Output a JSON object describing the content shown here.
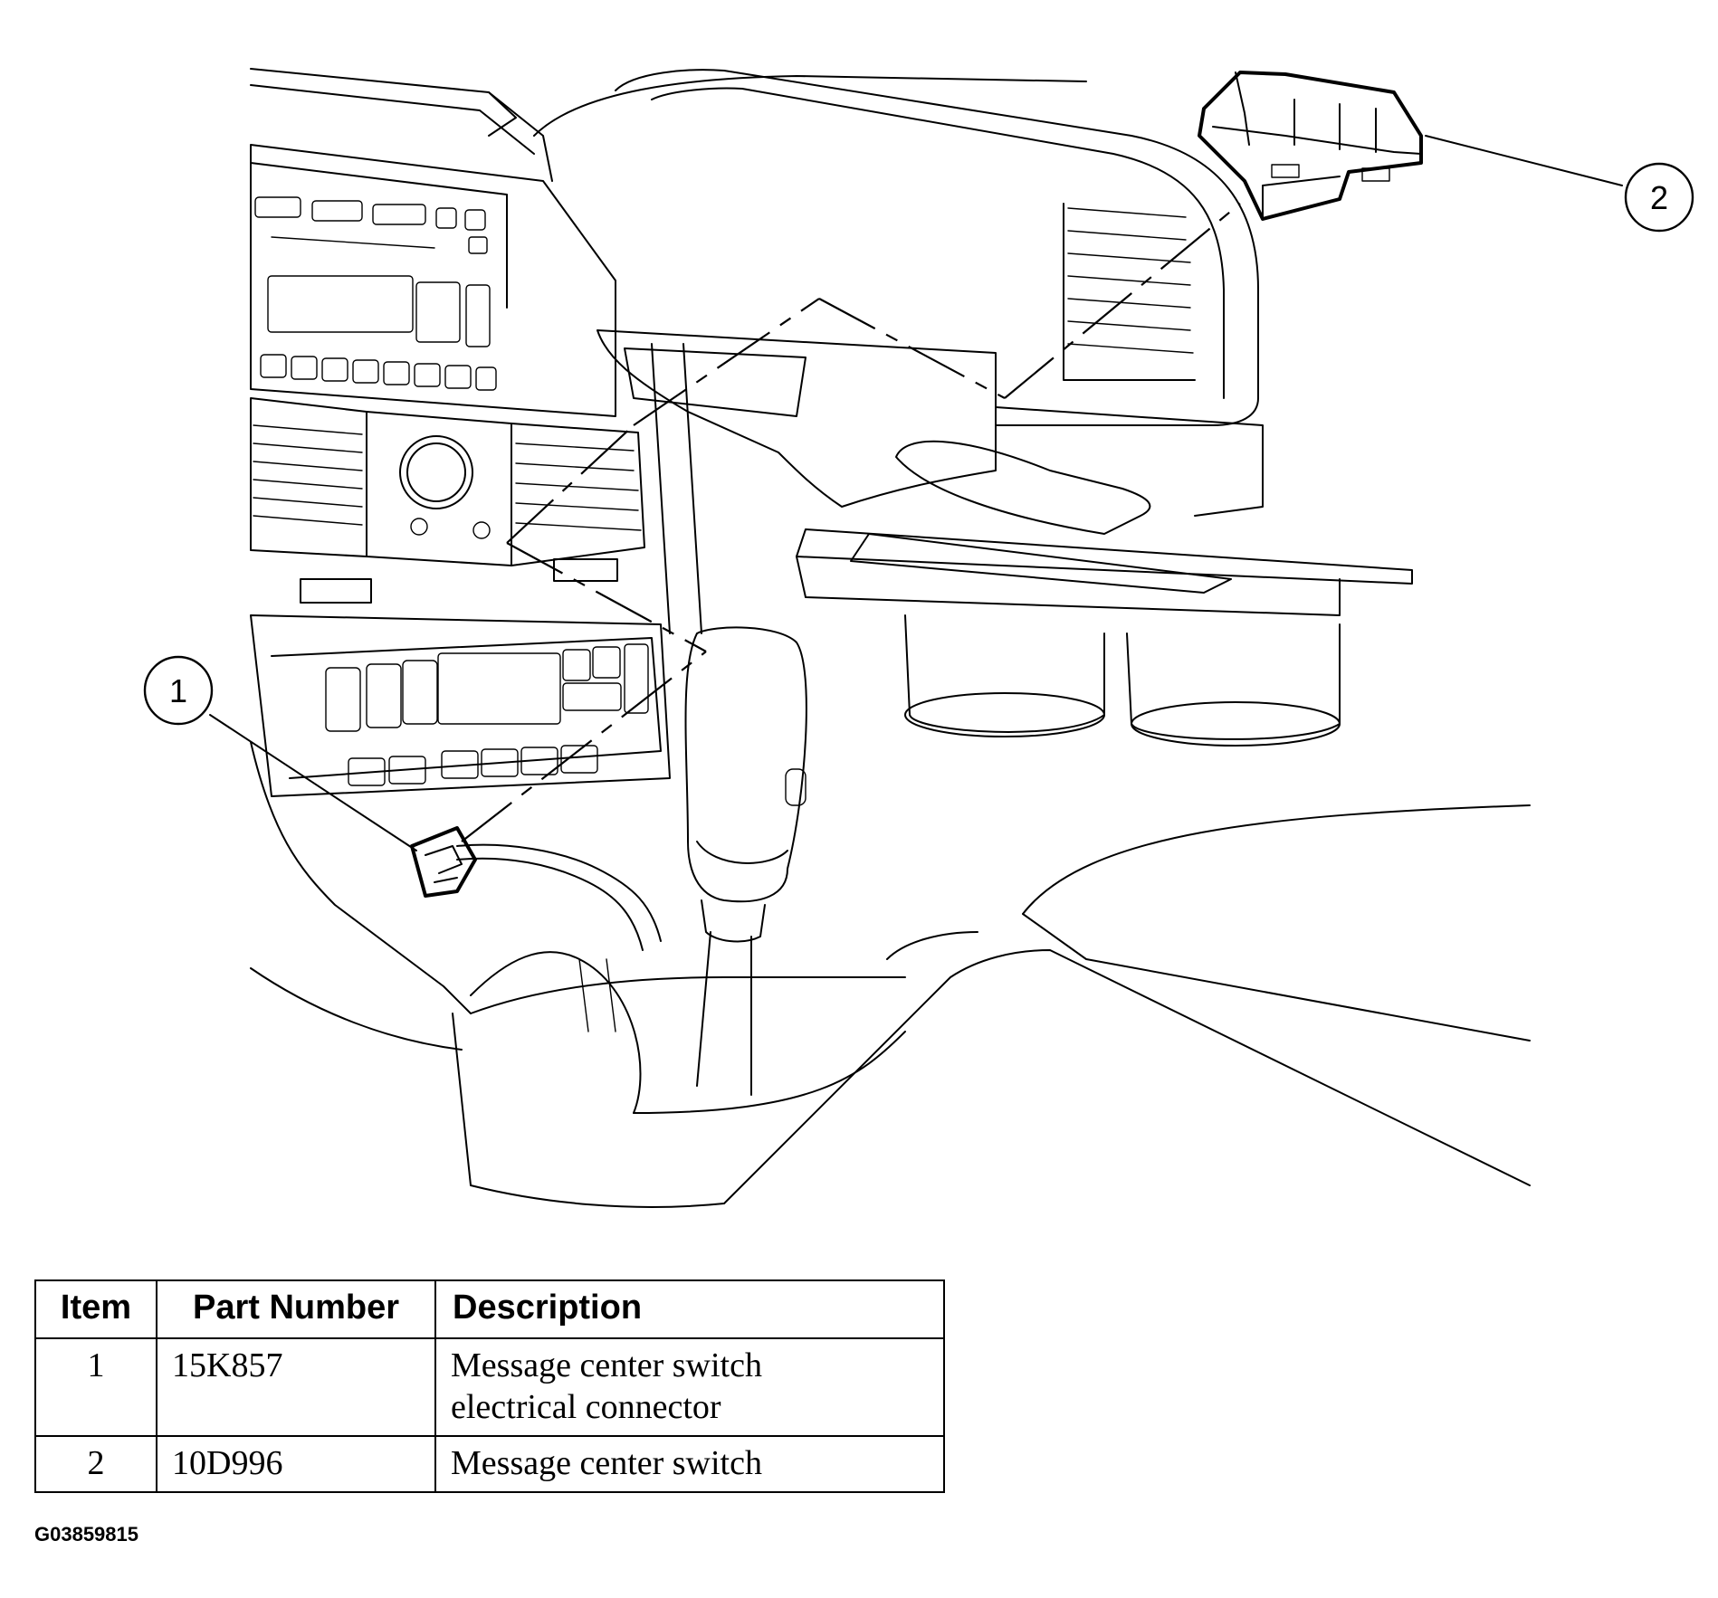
{
  "callouts": [
    {
      "number": "1"
    },
    {
      "number": "2"
    }
  ],
  "table": {
    "headers": {
      "item": "Item",
      "part_number": "Part Number",
      "description": "Description"
    },
    "rows": [
      {
        "item": "1",
        "part_number": "15K857",
        "description_lines": [
          "Message center switch",
          "electrical connector"
        ]
      },
      {
        "item": "2",
        "part_number": "10D996",
        "description_lines": [
          "Message center switch"
        ]
      }
    ]
  },
  "figure_ref": "G03859815"
}
